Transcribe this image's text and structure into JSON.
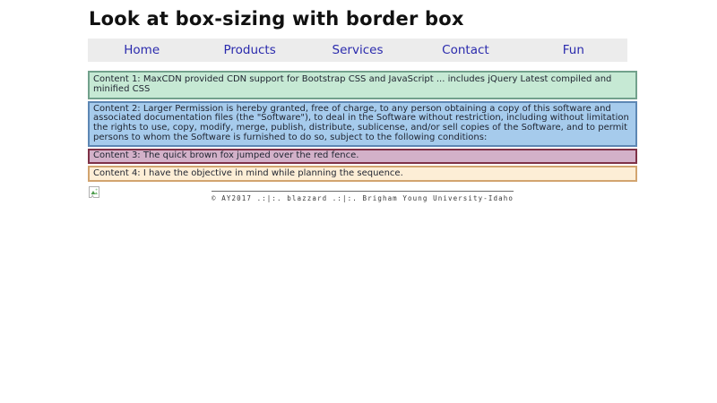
{
  "page": {
    "title": "Look at box-sizing with border box"
  },
  "nav": {
    "bg_color": "#ececec",
    "link_color": "#2a2aad",
    "items": [
      {
        "label": "Home"
      },
      {
        "label": "Products"
      },
      {
        "label": "Services"
      },
      {
        "label": "Contact"
      },
      {
        "label": "Fun"
      }
    ]
  },
  "boxes": [
    {
      "name": "content-1",
      "text": "Content 1: MaxCDN provided CDN support for Bootstrap CSS and JavaScript ... includes jQuery Latest compiled and minified CSS",
      "bg": "#c6e9d4",
      "border": "#72a18c"
    },
    {
      "name": "content-2",
      "text": "Content 2: Larger Permission is hereby granted, free of charge, to any person obtaining a copy of this software and associated documentation files (the \"Software\"), to deal in the Software without restriction, including without limitation the rights to use, copy, modify, merge, publish, distribute, sublicense, and/or sell copies of the Software, and to permit persons to whom the Software is furnished to do so, subject to the following conditions:",
      "bg": "#a6cbec",
      "border": "#5d87b4"
    },
    {
      "name": "content-3",
      "text": "Content 3: The quick brown fox jumped over the red fence.",
      "bg": "#d3b1c9",
      "border": "#7e3147"
    },
    {
      "name": "content-4",
      "text": "Content 4: I have the objective in mind while planning the sequence.",
      "bg": "#fdeed6",
      "border": "#d2a46f"
    }
  ],
  "footer": {
    "broken_image_icon": "broken-image-icon",
    "copyright": "© AY2017 .:|:. blazzard .:|:. Brigham Young University-Idaho"
  }
}
